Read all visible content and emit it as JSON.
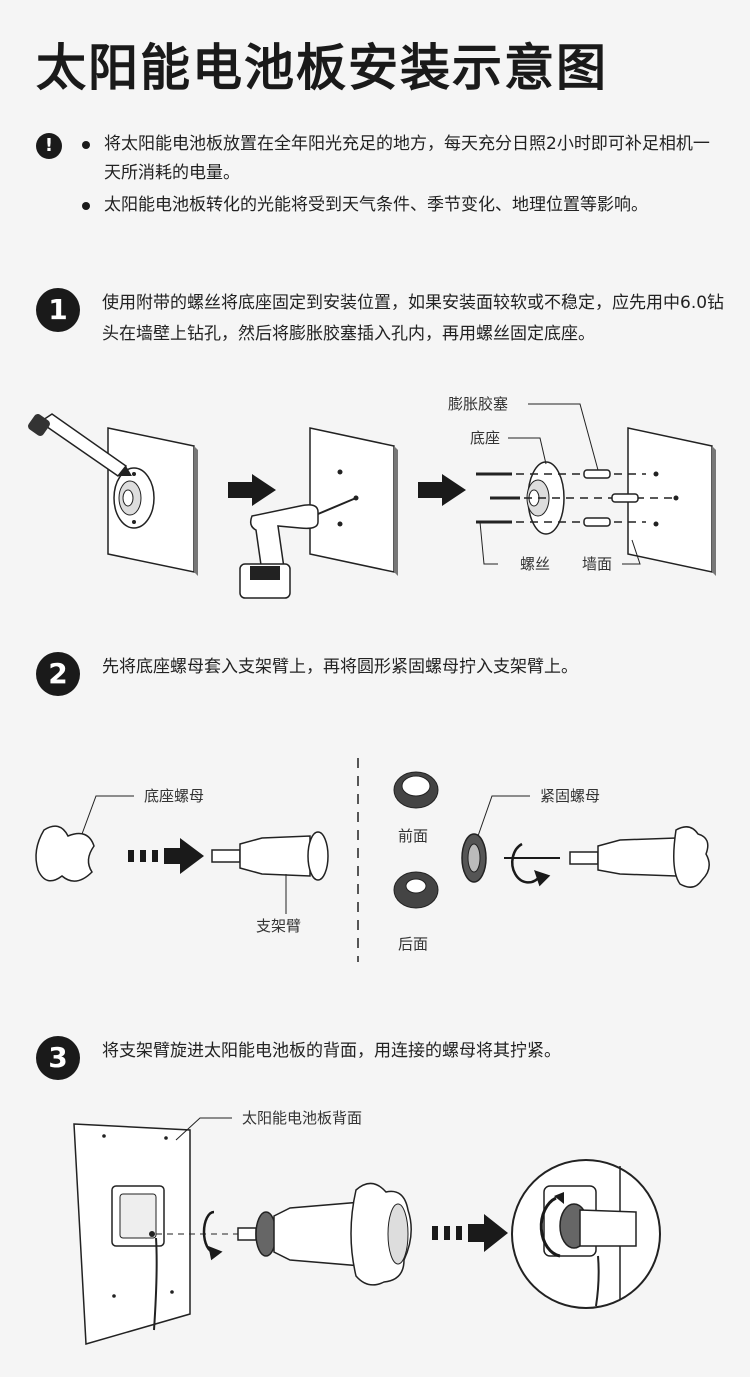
{
  "title": "太阳能电池板安装示意图",
  "notes": {
    "icon": "exclamation-icon",
    "items": [
      "将太阳能电池板放置在全年阳光充足的地方，每天充分日照2小时即可补足相机一天所消耗的电量。",
      "太阳能电池板转化的光能将受到天气条件、季节变化、地理位置等影响。"
    ]
  },
  "steps": [
    {
      "number": "1",
      "text": "使用附带的螺丝将底座固定到安装位置，如果安装面较软或不稳定，应先用中6.0钻头在墙壁上钻孔，然后将膨胀胶塞插入孔内，再用螺丝固定底座。"
    },
    {
      "number": "2",
      "text": "先将底座螺母套入支架臂上，再将圆形紧固螺母拧入支架臂上。"
    },
    {
      "number": "3",
      "text": "将支架臂旋进太阳能电池板的背面，用连接的螺母将其拧紧。"
    }
  ],
  "labels": {
    "anchor": "膨胀胶塞",
    "base": "底座",
    "screw": "螺丝",
    "wall": "墙面",
    "base_nut": "底座螺母",
    "arm": "支架臂",
    "front": "前面",
    "back": "后面",
    "lock_nut": "紧固螺母",
    "panel_back": "太阳能电池板背面"
  },
  "colors": {
    "ink": "#1a1a1a",
    "background": "#f5f5f5"
  }
}
